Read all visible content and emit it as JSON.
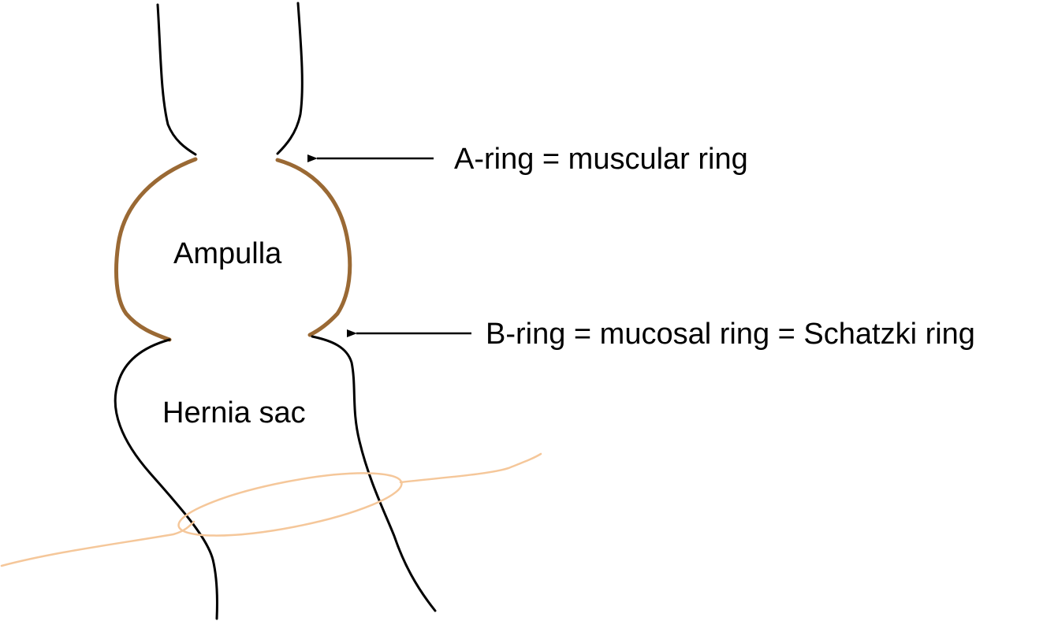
{
  "labels": {
    "ampulla": "Ampulla",
    "hernia_sac": "Hernia sac",
    "a_ring": "A-ring = muscular ring",
    "b_ring": "B-ring = mucosal ring = Schatzki ring"
  },
  "colors": {
    "ampulla_wall": "#9a6934",
    "diaphragm": "#f5c79a",
    "outline": "#000000"
  }
}
